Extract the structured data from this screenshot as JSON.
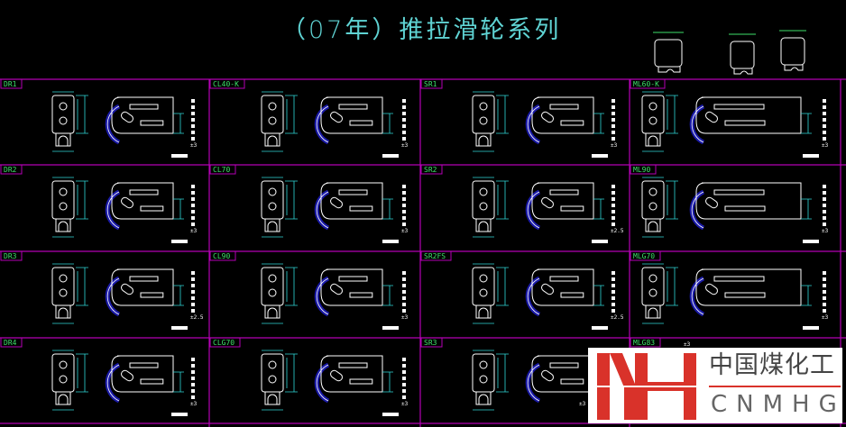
{
  "title": "（07年）推拉滑轮系列",
  "colors": {
    "grid": "#b400b4",
    "label": "#3ee06a",
    "dimension": "#2fd6d6",
    "outline": "#ffffff",
    "wheel": "#1a1aa8",
    "logo_red": "#d9322a"
  },
  "cells": [
    {
      "label": "DR1",
      "tol": "±3"
    },
    {
      "label": "CL40-K",
      "tol": "±3"
    },
    {
      "label": "SR1",
      "tol": "±3"
    },
    {
      "label": "ML60-K",
      "tol": "±3"
    },
    {
      "label": "DR2",
      "tol": "±3"
    },
    {
      "label": "CL70",
      "tol": "±3"
    },
    {
      "label": "SR2",
      "tol": "±2.5"
    },
    {
      "label": "ML90",
      "tol": "±3"
    },
    {
      "label": "DR3",
      "tol": "±2.5"
    },
    {
      "label": "CL90",
      "tol": "±3"
    },
    {
      "label": "SR2FS",
      "tol": "±2.5"
    },
    {
      "label": "MLG70",
      "tol": "±3"
    },
    {
      "label": "DR4",
      "tol": "±3"
    },
    {
      "label": "CLG70",
      "tol": "±3"
    },
    {
      "label": "SR3",
      "tol": "±3"
    },
    {
      "label": "MLG83",
      "tol": "±3"
    }
  ],
  "logo": {
    "cn": "中国煤化工",
    "en": "CNMHG",
    "mark": "MH"
  }
}
